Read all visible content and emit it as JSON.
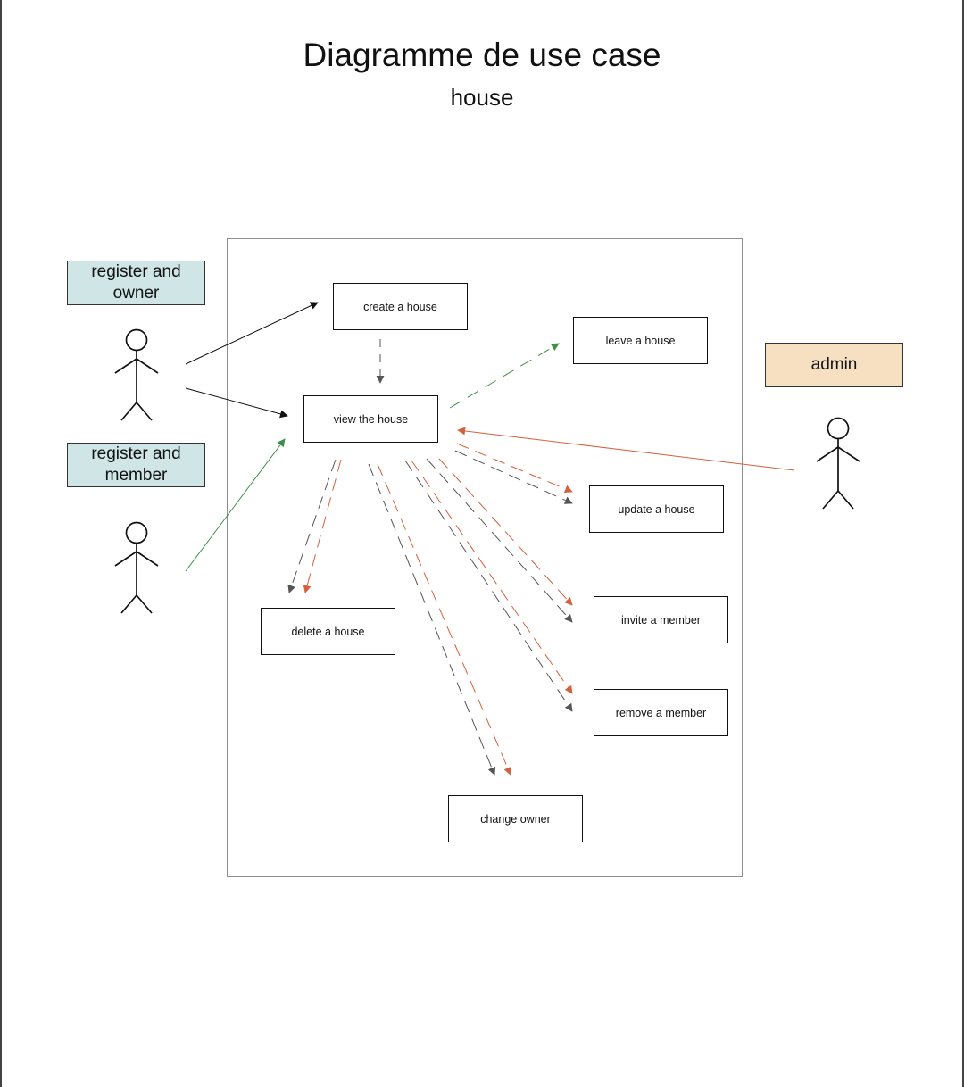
{
  "diagram": {
    "title": "Diagramme de use case",
    "subtitle": "house"
  },
  "actors": {
    "owner": {
      "label": "register and owner"
    },
    "member": {
      "label": "register and member"
    },
    "admin": {
      "label": "admin"
    }
  },
  "usecases": {
    "create": "create a house",
    "view": "view the house",
    "leave": "leave a house",
    "update": "update a house",
    "delete": "delete a house",
    "invite": "invite a member",
    "remove": "remove a member",
    "change_owner": "change owner"
  },
  "colors": {
    "owner_label_bg": "#cfe5e6",
    "admin_label_bg": "#f7dfc2",
    "owner_arrow": "#111111",
    "member_arrow": "#3f8f47",
    "admin_arrow": "#d4603c",
    "owner_dependency": "#555555",
    "admin_dependency": "#d4603c",
    "boundary": "#8e8e8e"
  }
}
